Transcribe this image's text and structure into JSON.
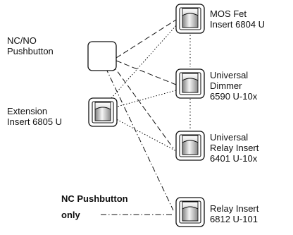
{
  "diagram": {
    "left_devices": {
      "pushbutton_label": [
        "NC/NO",
        "Pushbutton"
      ],
      "extension_label": [
        "Extension",
        "Insert 6805 U"
      ]
    },
    "inserts": [
      {
        "label": [
          "MOS Fet",
          "Insert 6804 U"
        ]
      },
      {
        "label": [
          "Universal",
          "Dimmer",
          "6590 U-10x"
        ]
      },
      {
        "label": [
          "Universal",
          "Relay Insert",
          "6401 U-10x"
        ]
      },
      {
        "label": [
          "Relay Insert",
          "6812 U-101"
        ]
      }
    ],
    "note": [
      "NC Pushbutton",
      "only"
    ]
  },
  "colors": {
    "line": "#111111",
    "device_face": "#ffffff",
    "rocker_gradient_dark": "#8c8c8c",
    "rocker_gradient_light": "#f2f2f2"
  }
}
